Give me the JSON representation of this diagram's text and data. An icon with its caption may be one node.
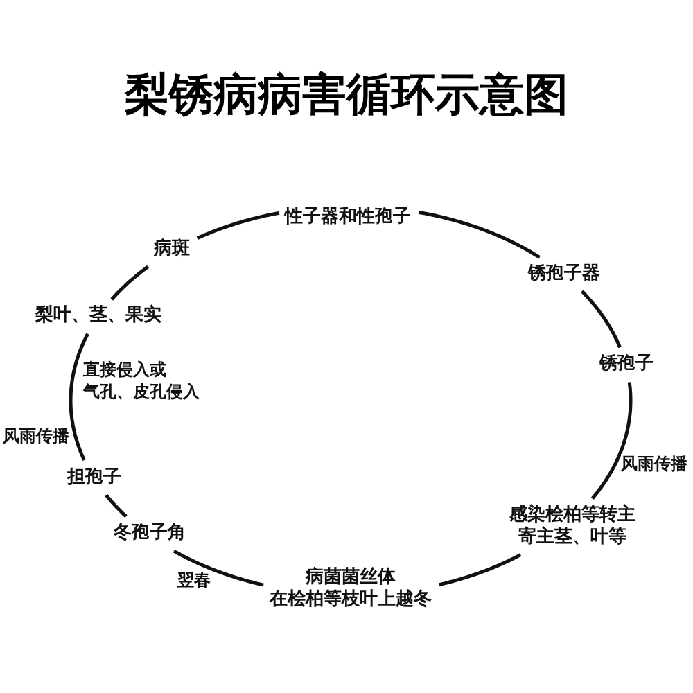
{
  "diagram": {
    "title": "梨锈病病害循环示意图",
    "nodes": [
      {
        "text": [
          "性子器和性孢子"
        ]
      },
      {
        "text": [
          "锈孢子器"
        ]
      },
      {
        "text": [
          "锈孢子"
        ]
      },
      {
        "text": [
          "感染桧柏等转主寄主茎、叶等"
        ]
      },
      {
        "text": [
          "病菌菌丝体",
          "在桧柏等枝叶上越冬"
        ]
      },
      {
        "text": [
          "冬孢子角"
        ]
      },
      {
        "text": [
          "担孢子"
        ]
      },
      {
        "text": [
          "梨叶、茎、果实"
        ]
      },
      {
        "text": [
          "病斑"
        ]
      }
    ],
    "edges": [
      {
        "from": 0,
        "to": 1,
        "arrow": "none"
      },
      {
        "from": 1,
        "to": 2,
        "arrow": "none"
      },
      {
        "from": 2,
        "to": 3,
        "arrow": "none",
        "label": "风雨传播"
      },
      {
        "from": 3,
        "to": 4,
        "arrow": "none"
      },
      {
        "from": 4,
        "to": 5,
        "arrow": "none",
        "label": "翌春"
      },
      {
        "from": 5,
        "to": 6,
        "arrow": "none"
      },
      {
        "from": 6,
        "to": 7,
        "arrow": "none",
        "label": "风雨传播"
      },
      {
        "from": 7,
        "to": 8,
        "arrow": "none"
      },
      {
        "from": 8,
        "to": 0,
        "arrow": "none"
      }
    ],
    "labels": [
      "直接侵入或",
      "气孔、皮孔侵入"
    ]
  }
}
